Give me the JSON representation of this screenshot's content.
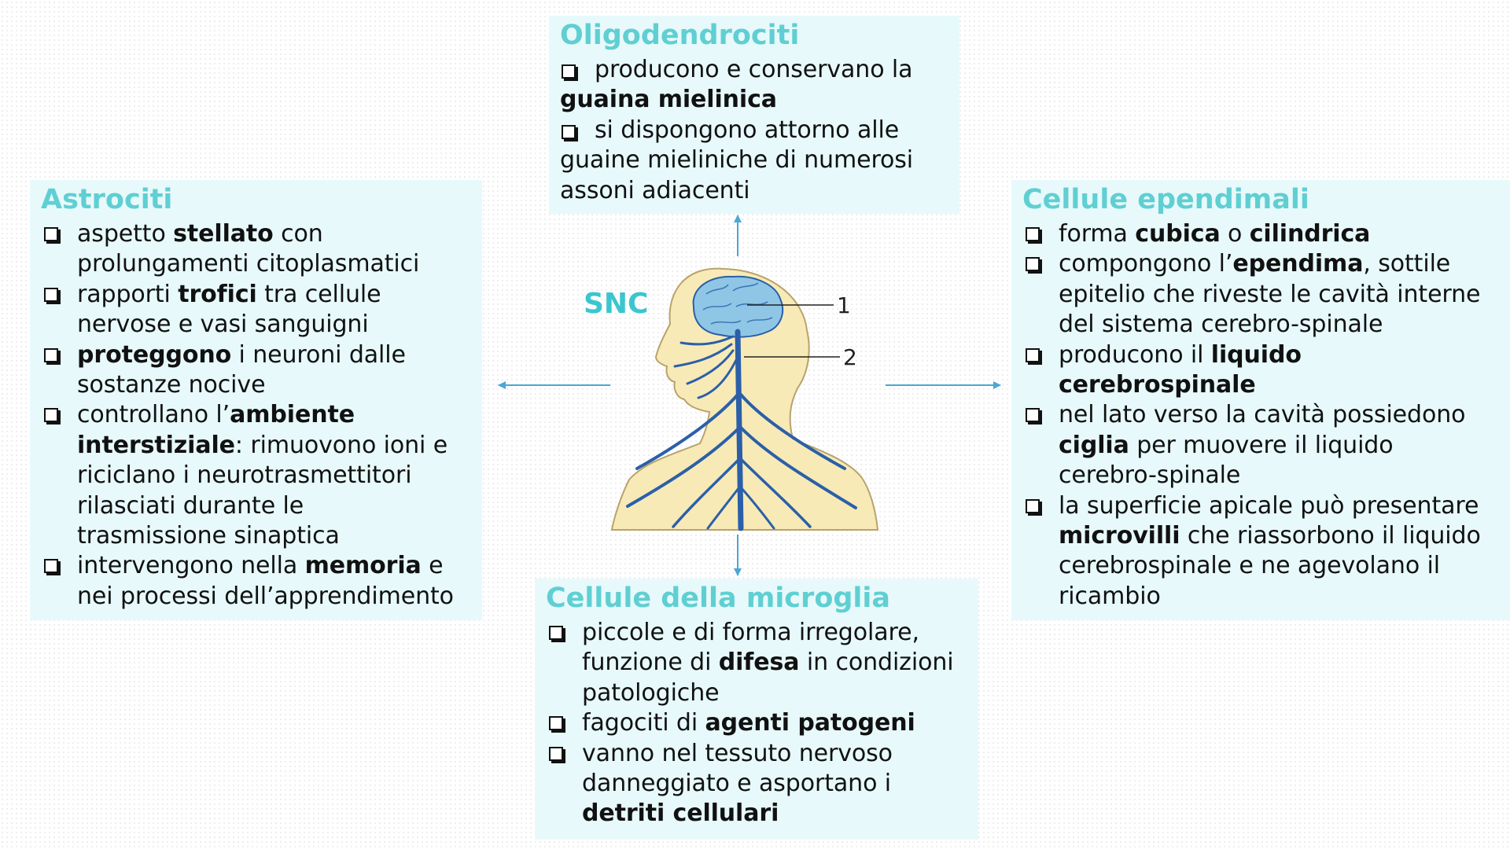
{
  "oligodendrociti": {
    "title": "Oligodendrociti",
    "items": [
      {
        "lines": [
          [
            {
              "t": "producono e conservano la"
            }
          ],
          [
            {
              "t": "guaina mielinica",
              "b": true
            }
          ]
        ]
      },
      {
        "lines": [
          [
            {
              "t": "si dispongono attorno alle"
            }
          ],
          [
            {
              "t": "guaine mieliniche di numerosi"
            }
          ],
          [
            {
              "t": "assoni adiacenti"
            }
          ]
        ]
      }
    ]
  },
  "astrociti": {
    "title": "Astrociti",
    "items": [
      {
        "lines": [
          [
            {
              "t": "aspetto "
            },
            {
              "t": "stellato",
              "b": true
            },
            {
              "t": " con"
            }
          ],
          [
            {
              "t": "prolungamenti citoplasmatici"
            }
          ]
        ]
      },
      {
        "lines": [
          [
            {
              "t": "rapporti "
            },
            {
              "t": "trofici",
              "b": true
            },
            {
              "t": " tra cellule"
            }
          ],
          [
            {
              "t": "nervose e vasi sanguigni"
            }
          ]
        ]
      },
      {
        "lines": [
          [
            {
              "t": "proteggono",
              "b": true
            },
            {
              "t": " i neuroni dalle"
            }
          ],
          [
            {
              "t": "sostanze nocive"
            }
          ]
        ]
      },
      {
        "lines": [
          [
            {
              "t": "controllano l’"
            },
            {
              "t": "ambiente",
              "b": true
            }
          ],
          [
            {
              "t": "interstiziale",
              "b": true
            },
            {
              "t": ": rimuovono ioni e"
            }
          ],
          [
            {
              "t": "riciclano i neurotrasmettitori"
            }
          ],
          [
            {
              "t": "rilasciati durante le"
            }
          ],
          [
            {
              "t": "trasmissione sinaptica"
            }
          ]
        ]
      },
      {
        "lines": [
          [
            {
              "t": "intervengono nella "
            },
            {
              "t": "memoria",
              "b": true
            },
            {
              "t": " e"
            }
          ],
          [
            {
              "t": "nei processi dell’apprendimento"
            }
          ]
        ]
      }
    ]
  },
  "ependimali": {
    "title": "Cellule ependimali",
    "items": [
      {
        "lines": [
          [
            {
              "t": "forma "
            },
            {
              "t": "cubica",
              "b": true
            },
            {
              "t": " o "
            },
            {
              "t": "cilindrica",
              "b": true
            }
          ]
        ]
      },
      {
        "lines": [
          [
            {
              "t": "compongono l’"
            },
            {
              "t": "ependima",
              "b": true
            },
            {
              "t": ", sottile"
            }
          ],
          [
            {
              "t": "epitelio che riveste le cavità interne"
            }
          ],
          [
            {
              "t": "del sistema cerebro-spinale"
            }
          ]
        ]
      },
      {
        "lines": [
          [
            {
              "t": "producono il "
            },
            {
              "t": "liquido",
              "b": true
            }
          ],
          [
            {
              "t": "cerebrospinale",
              "b": true
            }
          ]
        ]
      },
      {
        "lines": [
          [
            {
              "t": "nel lato verso la cavità possiedono"
            }
          ],
          [
            {
              "t": "ciglia",
              "b": true
            },
            {
              "t": " per muovere il liquido"
            }
          ],
          [
            {
              "t": "cerebro-spinale"
            }
          ]
        ]
      },
      {
        "lines": [
          [
            {
              "t": "la superficie apicale può presentare"
            }
          ],
          [
            {
              "t": "microvilli",
              "b": true
            },
            {
              "t": " che riassorbono il liquido"
            }
          ],
          [
            {
              "t": "cerebrospinale e ne agevolano il"
            }
          ],
          [
            {
              "t": "ricambio"
            }
          ]
        ]
      }
    ]
  },
  "microglia": {
    "title": "Cellule della microglia",
    "items": [
      {
        "lines": [
          [
            {
              "t": "piccole e di forma irregolare,"
            }
          ],
          [
            {
              "t": "funzione di "
            },
            {
              "t": "difesa",
              "b": true
            },
            {
              "t": " in condizioni"
            }
          ],
          [
            {
              "t": "patologiche"
            }
          ]
        ]
      },
      {
        "lines": [
          [
            {
              "t": "fagociti di "
            },
            {
              "t": "agenti patogeni",
              "b": true
            }
          ]
        ]
      },
      {
        "lines": [
          [
            {
              "t": "vanno nel tessuto nervoso"
            }
          ],
          [
            {
              "t": "danneggiato e asportano i"
            }
          ],
          [
            {
              "t": "detriti cellulari",
              "b": true
            }
          ]
        ]
      }
    ]
  },
  "figure": {
    "label_snc": "SNC",
    "label_1": "1",
    "label_2": "2",
    "colors": {
      "skin": "#f7eab6",
      "nerve": "#2b5fa8",
      "brain": "#8fc6e6",
      "accent": "#3ac6cf",
      "arrow": "#4aa8d8"
    }
  }
}
